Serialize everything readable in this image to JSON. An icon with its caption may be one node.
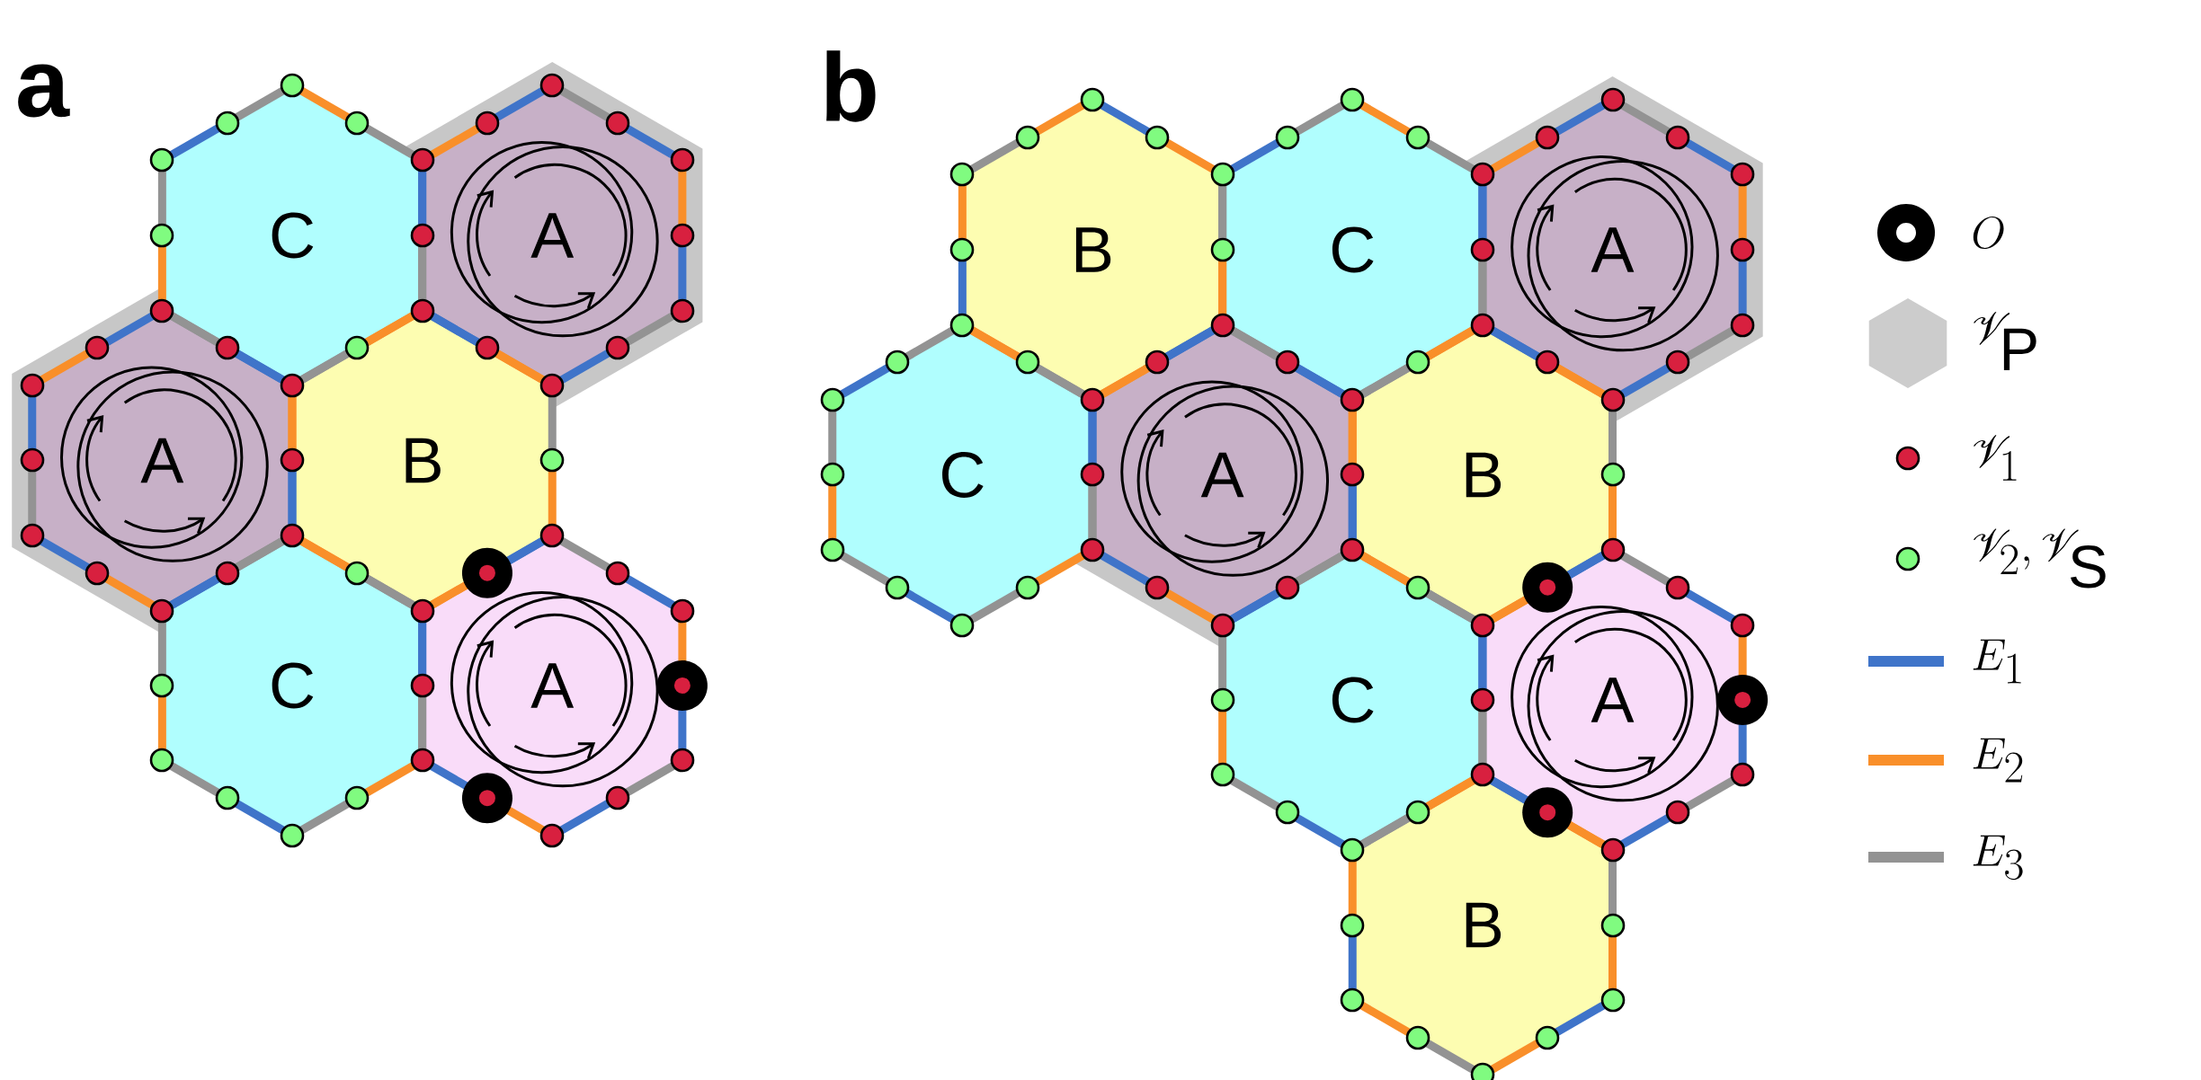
{
  "diagram": {
    "nodes": [
      {
        "text": [
          "C"
        ]
      },
      {
        "text": [
          "A"
        ]
      },
      {
        "text": [
          "A"
        ]
      },
      {
        "text": [
          "B"
        ]
      },
      {
        "text": [
          "C"
        ]
      },
      {
        "text": [
          "A"
        ]
      },
      {
        "text": [
          "B"
        ]
      },
      {
        "text": [
          "C"
        ]
      },
      {
        "text": [
          "A"
        ]
      },
      {
        "text": [
          "C"
        ]
      },
      {
        "text": [
          "A"
        ]
      },
      {
        "text": [
          "B"
        ]
      },
      {
        "text": [
          "C"
        ]
      },
      {
        "text": [
          "A"
        ]
      },
      {
        "text": [
          "B"
        ]
      }
    ],
    "labels": [
      "a",
      "b"
    ],
    "legend": [
      {
        "text": "O"
      },
      {
        "text": "\\mathscr{V}_{\\mathrm{P}}"
      },
      {
        "text": "\\mathscr{V}_{1}"
      },
      {
        "text": "\\mathscr{V}_{2}, \\mathscr{V}_{\\mathrm{S}}"
      },
      {
        "text": "E_1"
      },
      {
        "text": "E_2"
      },
      {
        "text": "E_3"
      }
    ]
  }
}
